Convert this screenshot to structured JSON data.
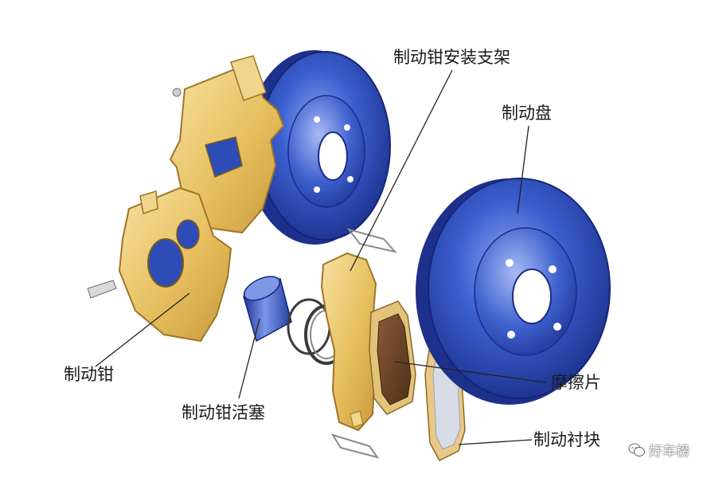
{
  "labels": {
    "bracket": "制动钳安装支架",
    "disc": "制动盘",
    "caliper": "制动钳",
    "piston": "制动钳活塞",
    "pad": "摩擦片",
    "backing": "制动衬块"
  },
  "watermark": {
    "text": "好车榜",
    "icon": "wechat-icon"
  },
  "colors": {
    "disc_blue": "#2f55c8",
    "caliper_gold": "#e8c46a",
    "pad_brown": "#6b4428",
    "leader_line": "#222222"
  }
}
